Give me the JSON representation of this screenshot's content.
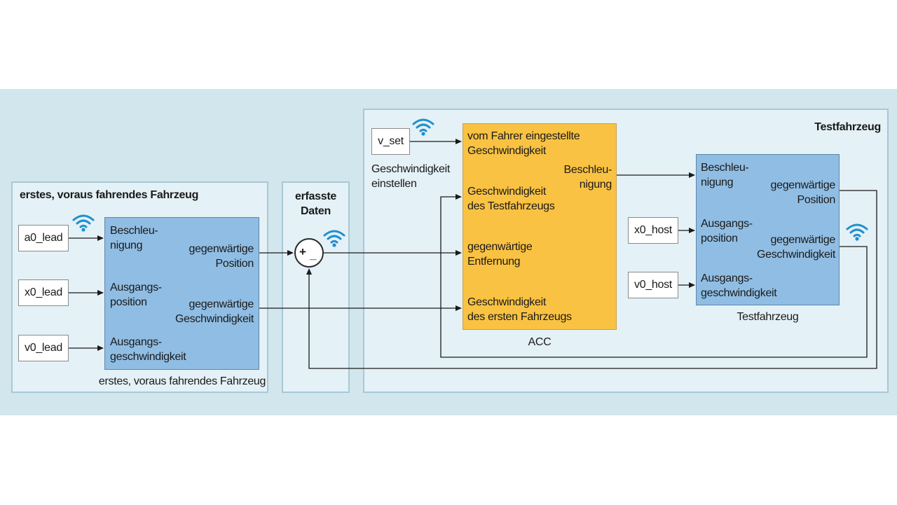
{
  "lead_vehicle": {
    "panel_title": "erstes, voraus fahrendes Fahrzeug",
    "inputs": [
      "a0_lead",
      "x0_lead",
      "v0_lead"
    ],
    "block_inputs": [
      "Beschleu-\nnigung",
      "Ausgangs-\nposition",
      "Ausgangs-\ngeschwindigkeit"
    ],
    "block_outputs": [
      "gegenwärtige\nPosition",
      "gegenwärtige\nGeschwindigkeit"
    ],
    "block_caption": "erstes, voraus fahrendes Fahrzeug"
  },
  "sensor": {
    "panel_title": "erfasste\nDaten",
    "sum_plus": "+",
    "sum_minus": "_"
  },
  "test_vehicle": {
    "panel_title": "Testfahrzeug",
    "set_input": "v_set",
    "set_caption": "Geschwindigkeit\neinstellen",
    "acc_inputs": [
      "vom Fahrer eingestellte\nGeschwindigkeit",
      "Geschwindigkeit\ndes Testfahrzeugs",
      "gegenwärtige\nEntfernung",
      "Geschwindigkeit\ndes ersten Fahrzeugs"
    ],
    "acc_output": "Beschleu-\nnigung",
    "acc_caption": "ACC",
    "host_inputs": [
      "x0_host",
      "v0_host"
    ],
    "host_block_inputs": [
      "Beschleu-\nnigung",
      "Ausgangs-\nposition",
      "Ausgangs-\ngeschwindigkeit"
    ],
    "host_block_outputs": [
      "gegenwärtige\nPosition",
      "gegenwärtige\nGeschwindigkeit"
    ],
    "host_caption": "Testfahrzeug"
  },
  "colors": {
    "band": "#d2e6ee",
    "vehicle_block": "#90bde3",
    "acc_block": "#f9c242",
    "wifi": "#1f8fd0"
  }
}
